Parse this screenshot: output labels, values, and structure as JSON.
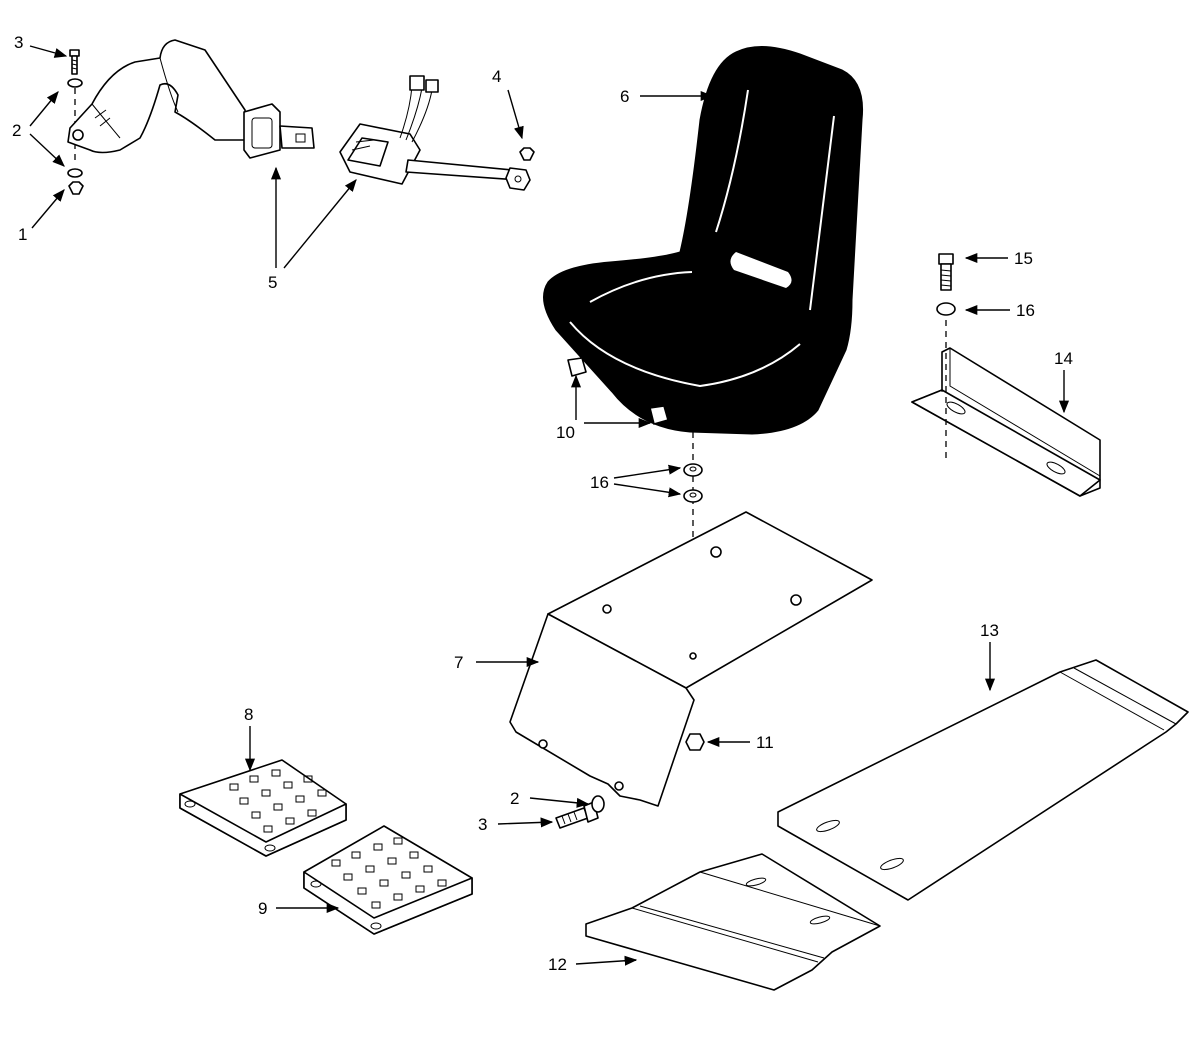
{
  "diagram": {
    "callouts": [
      {
        "id": "c1",
        "label": "1"
      },
      {
        "id": "c2a",
        "label": "2"
      },
      {
        "id": "c3a",
        "label": "3"
      },
      {
        "id": "c4",
        "label": "4"
      },
      {
        "id": "c5",
        "label": "5"
      },
      {
        "id": "c6",
        "label": "6"
      },
      {
        "id": "c7",
        "label": "7"
      },
      {
        "id": "c8",
        "label": "8"
      },
      {
        "id": "c9",
        "label": "9"
      },
      {
        "id": "c10",
        "label": "10"
      },
      {
        "id": "c11",
        "label": "11"
      },
      {
        "id": "c12",
        "label": "12"
      },
      {
        "id": "c13",
        "label": "13"
      },
      {
        "id": "c14",
        "label": "14"
      },
      {
        "id": "c15",
        "label": "15"
      },
      {
        "id": "c16a",
        "label": "16"
      },
      {
        "id": "c16b",
        "label": "16"
      },
      {
        "id": "c2b",
        "label": "2"
      },
      {
        "id": "c3b",
        "label": "3"
      }
    ],
    "colors": {
      "ink": "#000000",
      "paper": "#ffffff"
    }
  }
}
